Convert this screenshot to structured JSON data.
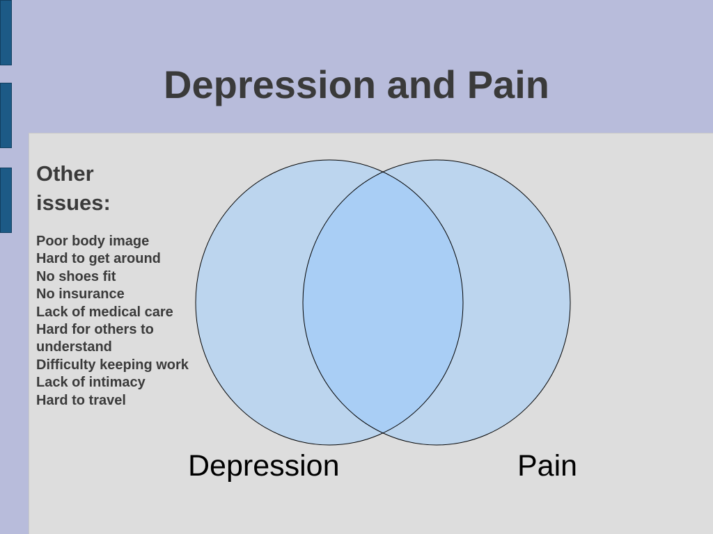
{
  "slide": {
    "title": "Depression and Pain",
    "background_color": "#b8bcdb",
    "content_background_color": "#dddddd",
    "accent_color": "#1c5a86"
  },
  "sidebar": {
    "tabs": 3
  },
  "issues": {
    "heading": "Other issues:",
    "items": [
      "Poor body image",
      "Hard to get around",
      "No shoes fit",
      "No insurance",
      "Lack of medical care",
      "Hard for others to understand",
      "Difficulty keeping work",
      "Lack of intimacy",
      "Hard to travel"
    ]
  },
  "venn": {
    "sets": [
      {
        "label": "Depression"
      },
      {
        "label": "Pain"
      }
    ],
    "fill_color": "#bcd5ee",
    "overlap_color": "#a9cef5",
    "stroke_color": "#000000"
  }
}
